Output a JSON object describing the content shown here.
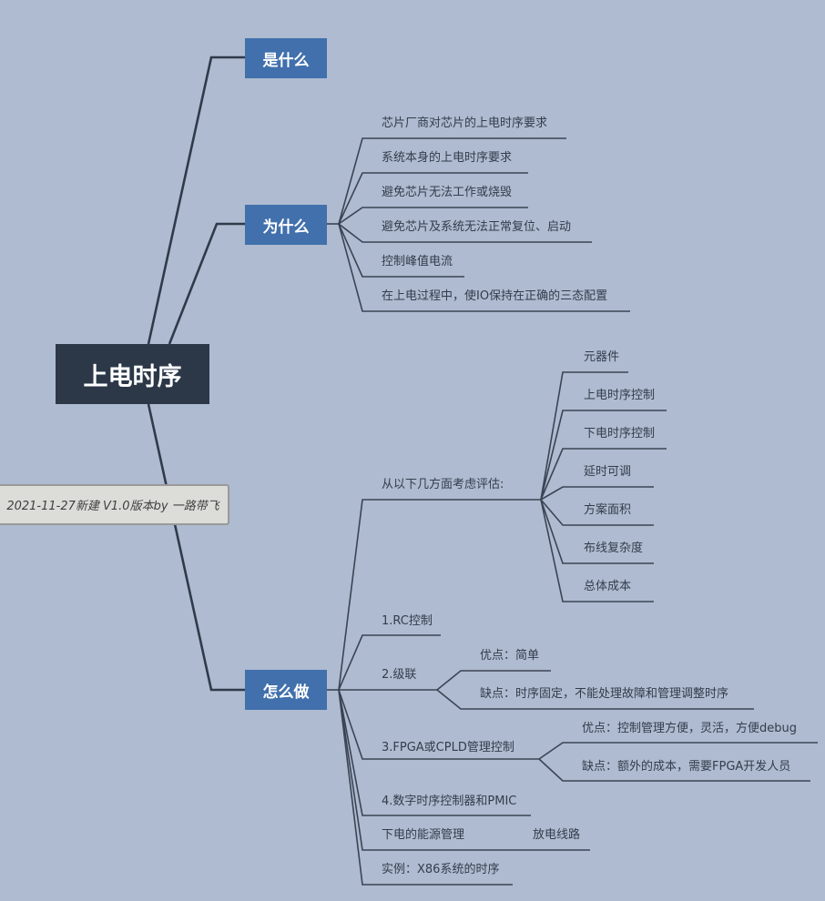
{
  "root": {
    "label": "上电时序"
  },
  "note": {
    "text": "2021-11-27新建 V1.0版本by 一路带飞"
  },
  "branches": {
    "what": {
      "label": "是什么"
    },
    "why": {
      "label": "为什么",
      "items": [
        "芯片厂商对芯片的上电时序要求",
        "系统本身的上电时序要求",
        "避免芯片无法工作或烧毁",
        "避免芯片及系统无法正常复位、启动",
        "控制峰值电流",
        "在上电过程中，使IO保持在正确的三态配置"
      ]
    },
    "how": {
      "label": "怎么做",
      "evaluate": {
        "label": "从以下几方面考虑评估:",
        "items": [
          "元器件",
          "上电时序控制",
          "下电时序控制",
          "延时可调",
          "方案面积",
          "布线复杂度",
          "总体成本"
        ]
      },
      "rc": {
        "label": "1.RC控制"
      },
      "cascade": {
        "label": "2.级联",
        "pro": "优点：简单",
        "con": "缺点：时序固定，不能处理故障和管理调整时序"
      },
      "fpga": {
        "label": "3.FPGA或CPLD管理控制",
        "pro": "优点：控制管理方便，灵活，方便debug",
        "con": "缺点：额外的成本，需要FPGA开发人员"
      },
      "digital": {
        "label": "4.数字时序控制器和PMIC"
      },
      "power_down": {
        "label": "下电的能源管理",
        "child": "放电线路"
      },
      "example": {
        "label": "实例：X86系统的时序"
      }
    }
  }
}
